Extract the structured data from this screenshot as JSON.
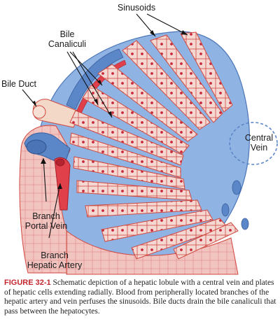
{
  "labels": {
    "sinusoids": "Sinusoids",
    "bile_canaliculi_line1": "Bile",
    "bile_canaliculi_line2": "Canaliculi",
    "bile_duct": "Bile Duct",
    "central_vein_line1": "Central",
    "central_vein_line2": "Vein",
    "branch_portal_vein_line1": "Branch",
    "branch_portal_vein_line2": "Portal Vein",
    "branch_hepatic_artery_line1": "Branch",
    "branch_hepatic_artery_line2": "Hepatic Artery"
  },
  "caption": {
    "figure_number": "FIGURE 32-1",
    "text": " Schematic depiction of a hepatic lobule with a central vein and plates of hepatic cells extending radially. Blood from peripherally located branches of the hepatic artery and vein perfuses the sinusoids. Bile ducts drain the bile canaliculi that pass between the hepatocytes."
  },
  "colors": {
    "hepatocyte_fill": "#f6d8d2",
    "hepatocyte_outline": "#d0483f",
    "nucleus": "#c8283a",
    "sinusoid_blue": "#7fa7dc",
    "vein_blue": "#5b86c8",
    "artery_red": "#e0404a",
    "tissue_pink": "#f2c4c0",
    "caption_red": "#c4262e"
  }
}
